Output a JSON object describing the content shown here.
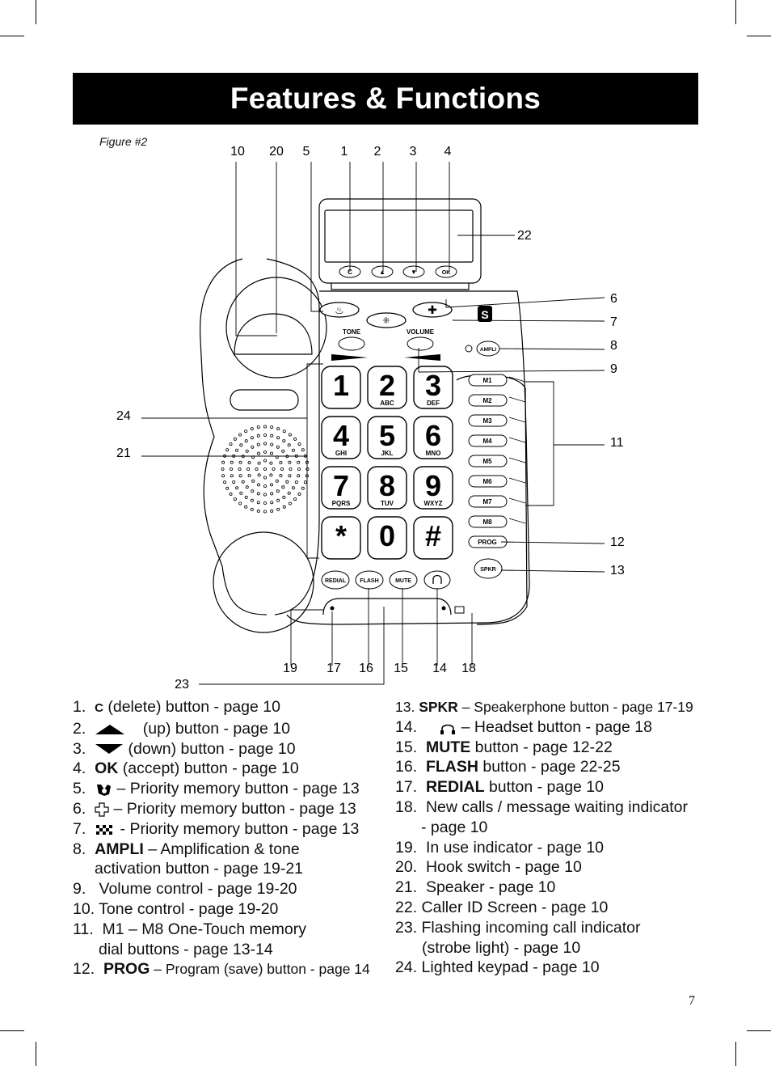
{
  "page": {
    "title": "Features & Functions",
    "figure_label": "Figure #2",
    "page_number": "7"
  },
  "diagram": {
    "callouts_top": [
      "10",
      "20",
      "5",
      "1",
      "2",
      "3",
      "4"
    ],
    "callouts_right": [
      "22",
      "6",
      "7",
      "8",
      "9",
      "11",
      "12",
      "13"
    ],
    "callouts_left": [
      "24",
      "21"
    ],
    "callouts_bottom": [
      "19",
      "17",
      "16",
      "15",
      "14",
      "18"
    ],
    "callout_23": "23",
    "nav_keys": [
      "C",
      "▲",
      "▼",
      "OK"
    ],
    "tone_label": "TONE",
    "volume_label": "VOLUME",
    "ampli_label": "AMPLI",
    "memory_keys": [
      "M1",
      "M2",
      "M3",
      "M4",
      "M5",
      "M6",
      "M7",
      "M8"
    ],
    "prog_label": "PROG",
    "spkr_label": "SPKR",
    "bottom_keys": [
      "REDIAL",
      "FLASH",
      "MUTE"
    ],
    "keypad": [
      {
        "digit": "1",
        "letters": ""
      },
      {
        "digit": "2",
        "letters": "ABC"
      },
      {
        "digit": "3",
        "letters": "DEF"
      },
      {
        "digit": "4",
        "letters": "GHI"
      },
      {
        "digit": "5",
        "letters": "JKL"
      },
      {
        "digit": "6",
        "letters": "MNO"
      },
      {
        "digit": "7",
        "letters": "PQRS"
      },
      {
        "digit": "8",
        "letters": "TUV"
      },
      {
        "digit": "9",
        "letters": "WXYZ"
      },
      {
        "digit": "*",
        "letters": ""
      },
      {
        "digit": "0",
        "letters": ""
      },
      {
        "digit": "#",
        "letters": ""
      }
    ]
  },
  "legend_left": {
    "item1": {
      "num": "1.",
      "key": "C",
      "text": " (delete) button - page 10"
    },
    "item2": {
      "num": "2.",
      "text": "(up) button - page 10"
    },
    "item3": {
      "num": "3.",
      "text": " (down) button - page 10"
    },
    "item4": {
      "num": "4.",
      "key": "OK",
      "text": " (accept) button - page 10"
    },
    "item5": {
      "num": "5.",
      "text": " –  Priority memory button - page 13"
    },
    "item6": {
      "num": "6.",
      "text": " – Priority memory button - page 13"
    },
    "item7": {
      "num": "7.",
      "text": " - Priority memory button - page 13"
    },
    "item8": {
      "num": "8.",
      "key": "AMPLI",
      "text": " – Amplification & tone",
      "cont": "activation button - page 19-21"
    },
    "item9": {
      "num": "9.",
      "text": "Volume control - page 19-20"
    },
    "item10": {
      "text": "10. Tone control - page 19-20"
    },
    "item11": {
      "num": "11.",
      "text": "M1 – M8 One-Touch memory",
      "cont": "dial buttons - page 13-14"
    },
    "item12": {
      "num": "12.",
      "key": "PROG",
      "text": " – Program (save) button - page 14"
    }
  },
  "legend_right": {
    "item13": {
      "num": "13.",
      "key": "SPKR",
      "text": " – Speakerphone  button - page 17-19"
    },
    "item14": {
      "num": "14.",
      "text": " – Headset button - page 18"
    },
    "item15": {
      "num": "15.",
      "key": "MUTE",
      "text": " button - page 12-22"
    },
    "item16": {
      "num": "16.",
      "key": "FLASH",
      "text": " button - page 22-25"
    },
    "item17": {
      "num": "17.",
      "key": "REDIAL",
      "text": " button - page 10"
    },
    "item18": {
      "num": "18.",
      "text": "New calls / message waiting indicator",
      "cont": "- page 10"
    },
    "item19": {
      "num": "19.",
      "text": "In use indicator - page 10"
    },
    "item20": {
      "num": "20.",
      "text": "Hook switch - page 10"
    },
    "item21": {
      "num": "21.",
      "text": "Speaker - page 10"
    },
    "item22": {
      "text": "22. Caller ID Screen  - page 10"
    },
    "item23": {
      "text": "23. Flashing incoming call indicator",
      "cont": "(strobe light) - page 10"
    },
    "item24": {
      "text": "24. Lighted keypad - page 10"
    }
  }
}
